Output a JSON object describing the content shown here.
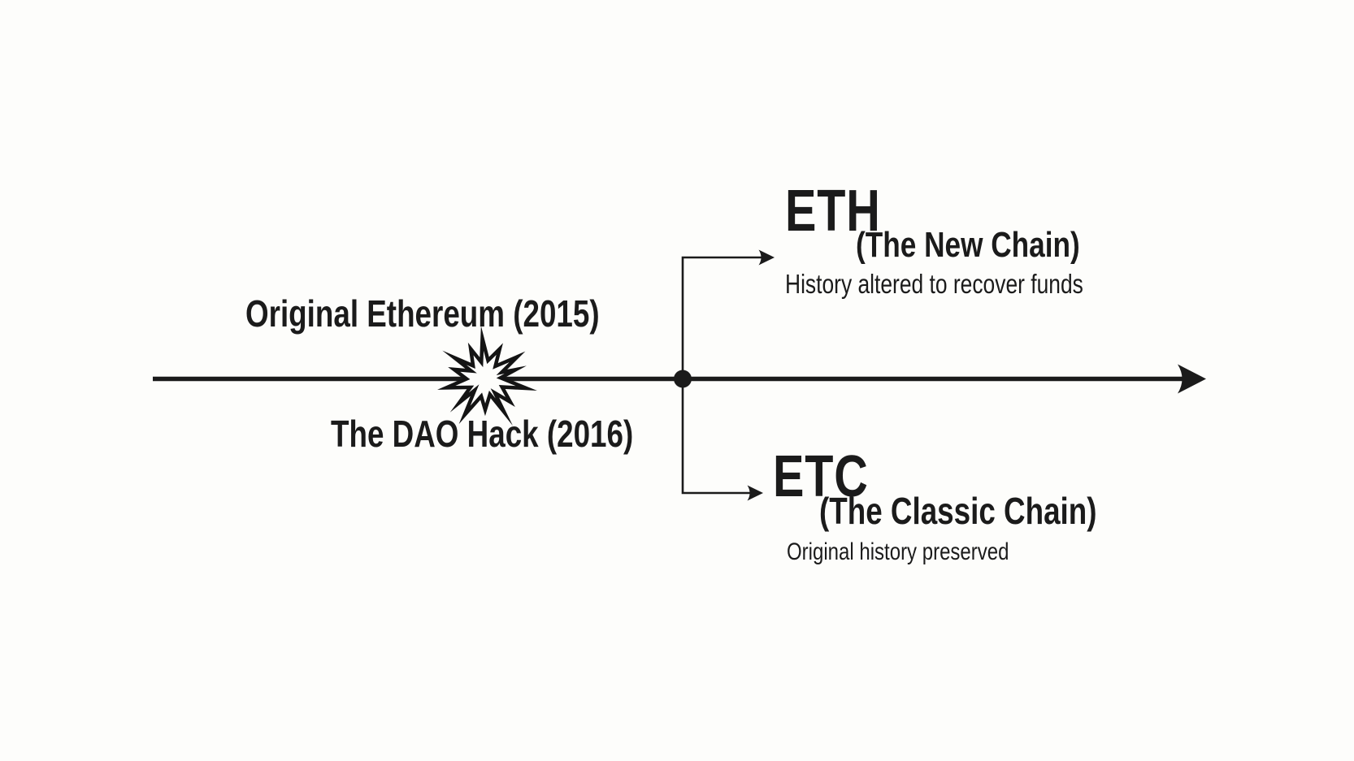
{
  "diagram": {
    "pre_fork_label": "Original Ethereum (2015)",
    "fork_event_label": "The DAO Hack (2016)",
    "eth_branch": {
      "symbol": "ETH",
      "subtitle": "(The New Chain)",
      "description": "History altered to recover funds"
    },
    "etc_branch": {
      "symbol": "ETC",
      "subtitle": "(The Classic Chain)",
      "description": "Original history preserved"
    },
    "colors": {
      "ink": "#1b1b1b",
      "background": "#fdfdfb"
    }
  }
}
